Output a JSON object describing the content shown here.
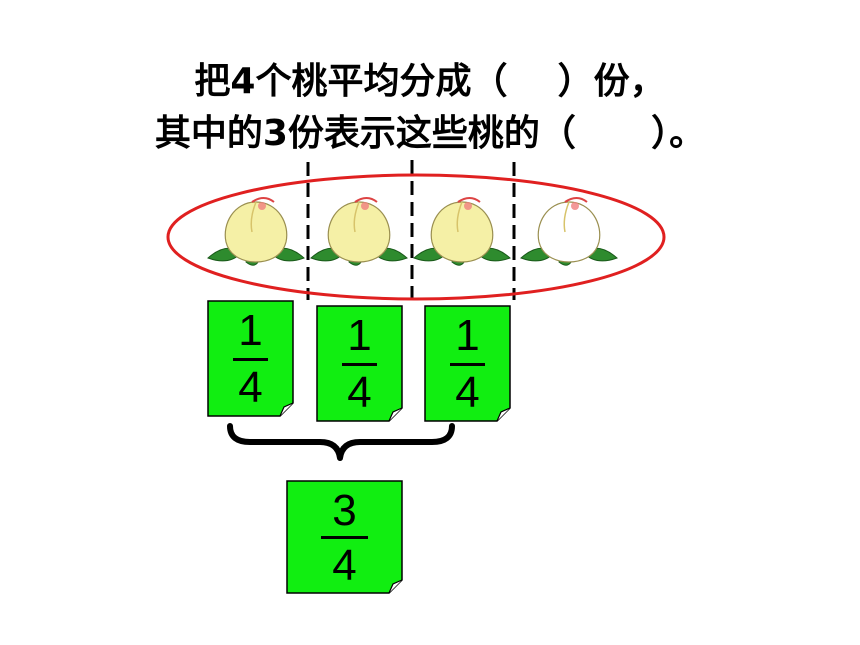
{
  "question": {
    "line1": "把4个桃平均分成（    ）份，",
    "line2": "其中的3份表示这些桃的（      ）。"
  },
  "peaches": [
    {
      "color": "yellow"
    },
    {
      "color": "yellow"
    },
    {
      "color": "yellow"
    },
    {
      "color": "white"
    }
  ],
  "fraction_cards": [
    {
      "numerator": "1",
      "denominator": "4"
    },
    {
      "numerator": "1",
      "denominator": "4"
    },
    {
      "numerator": "1",
      "denominator": "4"
    }
  ],
  "total_card": {
    "numerator": "3",
    "denominator": "4"
  },
  "colors": {
    "card_fill": "#11ee11",
    "ellipse": "#e02020",
    "peach_yellow": "#f5f0a6",
    "peach_white": "#ffffff",
    "leaf": "#2e8b2e"
  }
}
